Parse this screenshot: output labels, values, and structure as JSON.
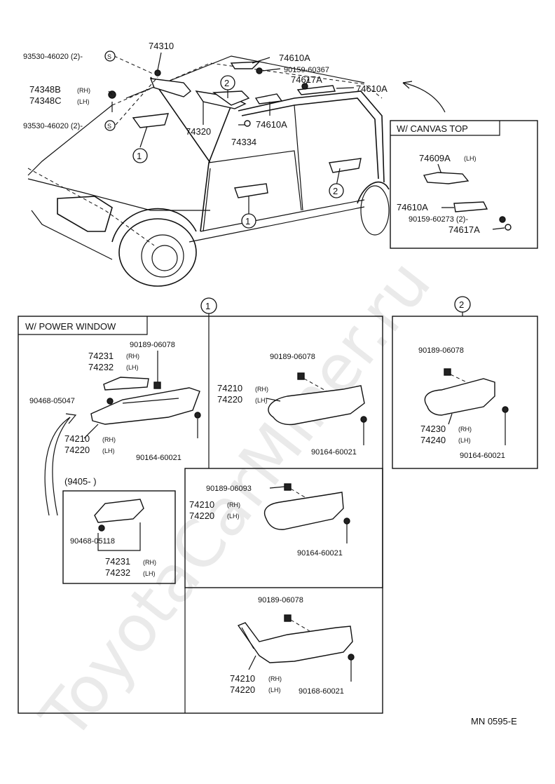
{
  "watermark": "ToyotaCarMiner.ru",
  "diagram_id": "MN 0595-E",
  "callouts": {
    "one": "1",
    "two": "2"
  },
  "top": {
    "p93530_a": "93530-46020 (2)-",
    "p93530_b": "93530-46020 (2)-",
    "s_symbol": "S",
    "p74310": "74310",
    "p74348b": "74348B",
    "p74348c": "74348C",
    "rh": "(RH)",
    "lh": "(LH)",
    "p74610a_1": "74610A",
    "p90159_60367": "90159-60367",
    "p74617a": "74617A",
    "p74610a_2": "74610A",
    "p74610a_3": "74610A",
    "p74320": "74320",
    "p74334": "74334"
  },
  "canvas_top": {
    "title": "W/ CANVAS TOP",
    "p74609a": "74609A",
    "lh": "(LH)",
    "p74610a": "74610A",
    "p90159_60273": "90159-60273 (2)-",
    "p74617a": "74617A"
  },
  "power_window": {
    "title": "W/ POWER WINDOW",
    "p90189": "90189-06078",
    "p74231": "74231",
    "p74232": "74232",
    "rh": "(RH)",
    "lh": "(LH)",
    "p90468_05047": "90468-05047",
    "p74210": "74210",
    "p74220": "74220",
    "p90164": "90164-60021",
    "date_range": "(9405-        )",
    "p90468_05118": "90468-05118",
    "p74231b": "74231",
    "p74232b": "74232"
  },
  "section1_top": {
    "p90189": "90189-06078",
    "p74210": "74210",
    "p74220": "74220",
    "rh": "(RH)",
    "lh": "(LH)",
    "p90164": "90164-60021"
  },
  "section2": {
    "p90189": "90189-06078",
    "p74230": "74230",
    "p74240": "74240",
    "rh": "(RH)",
    "lh": "(LH)",
    "p90164": "90164-60021"
  },
  "section1_mid": {
    "p90189": "90189-06093",
    "p74210": "74210",
    "p74220": "74220",
    "rh": "(RH)",
    "lh": "(LH)",
    "p90164": "90164-60021"
  },
  "section1_bot": {
    "p90189": "90189-06078",
    "p74210": "74210",
    "p74220": "74220",
    "rh": "(RH)",
    "lh": "(LH)",
    "p90168": "90168-60021"
  }
}
